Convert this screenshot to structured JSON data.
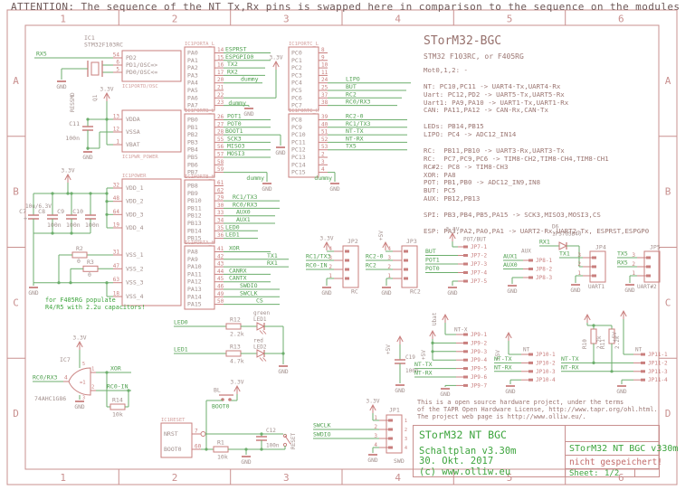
{
  "attention": "ATTENTION: The sequence of the NT Tx,Rx pins is swapped here in comparison to the sequence on the modules",
  "frame": {
    "cols": [
      "1",
      "2",
      "3",
      "4",
      "5",
      "6"
    ],
    "rows": [
      "A",
      "B",
      "C",
      "D"
    ]
  },
  "mcu": {
    "ref": "IC1",
    "value": "STM32F103RC"
  },
  "info": {
    "title": "STorM32-BGC",
    "subtitle": "STM32 F103RC, or F405RG",
    "lines": [
      "Mot0,1,2: -",
      "",
      "NT: PC10,PC11 -> UART4-Tx,UART4-Rx",
      "Uart: PC12,PD2 -> UART5-Tx,UART5-Rx",
      "Uart1: PA9,PA10 -> UART1-Tx,UART1-Rx",
      "CAN: PA11,PA12 -> CAN-Rx,CAN-Tx",
      "",
      "LEDs: PB14,PB15",
      "LIPO: PC4 -> ADC12_IN14",
      "",
      "RC:  PB11,PB10 -> UART3-Rx,UART3-Tx",
      "RC:  PC7,PC9,PC6 -> TIM8-CH2,TIM8-CH4,TIM8-CH1",
      "RC#2: PC8 -> TIM8-CH3",
      "XOR: PA8",
      "POT: PB1,PB0 -> ADC12_IN9,IN8",
      "BUT: PC5",
      "AUX: PB12,PB13",
      "",
      "SPI: PB3,PB4,PB5,PA15 -> SCK3,MISO3,MOSI3,CS",
      "",
      "ESP: PA3,PA2,PA0,PA1 -> UART2-Rx,UART2-Tx, ESPRST,ESPGP0"
    ]
  },
  "license": [
    "This is a open source hardware project, under the terms",
    "of the TAPR Open Hardware License, http://www.tapr.org/ohl.html.",
    "The project web page is http://www.olliw.eu/."
  ],
  "titleblock": {
    "project": "STorM32 NT BGC",
    "doc": "Schaltplan v3.30m",
    "date": "30. Okt. 2017",
    "copyright": "(c) www.olliw.eu",
    "name": "STorM32 NT BGC v330m",
    "status": "nicht gespeichert!",
    "sheet_label": "Sheet:",
    "sheet": "1/2"
  },
  "notes": {
    "f405_1": "for F405RG populate",
    "f405_2": "R4/R5 with 2.2u capacitors!"
  },
  "nets": {
    "rx5": "RX5",
    "tx5": "TX5",
    "rx1": "RX1",
    "tx1": "TX1",
    "gnd": "GND",
    "v33": "3.3V",
    "v5": "+5V",
    "ubat": "Ubat",
    "dummy": "dummy",
    "boot0": "BOOT0",
    "boot1": "BOOT1",
    "xor": "XOR",
    "rc0rx3": "RC0/RX3",
    "rc0in": "RC0-IN",
    "rc1tx3": "RC1/TX3",
    "rc20": "RC2-0",
    "rc2": "RC2",
    "nttx": "NT-TX",
    "ntrx": "NT-RX",
    "aux0": "AUX0",
    "aux1": "AUX1",
    "but": "BUT",
    "pot0": "POT0",
    "pot1": "POT1",
    "led0": "LED0",
    "led1": "LED1",
    "swclk": "SWCLK",
    "swdio": "SWDIO",
    "ntx": "NT-X",
    "nt": "NT",
    "aux": "AUX"
  },
  "ports": {
    "porta_l": {
      "label": "IC1PORTA_L",
      "pins": [
        {
          "name": "PA0",
          "num": "14",
          "net": "ESPRST"
        },
        {
          "name": "PA1",
          "num": "15",
          "net": "ESPGPIO0"
        },
        {
          "name": "PA2",
          "num": "16",
          "net": "TX2"
        },
        {
          "name": "PA3",
          "num": "17",
          "net": "RX2"
        },
        {
          "name": "PA4",
          "num": "20",
          "net": ""
        },
        {
          "name": "PA5",
          "num": "21",
          "net": ""
        },
        {
          "name": "PA6",
          "num": "22",
          "net": ""
        },
        {
          "name": "PA7",
          "num": "23",
          "net": ""
        }
      ]
    },
    "portc_l": {
      "label": "IC1PORTC_L",
      "pins": [
        {
          "name": "PC0",
          "num": "8",
          "net": ""
        },
        {
          "name": "PC1",
          "num": "9",
          "net": ""
        },
        {
          "name": "PC2",
          "num": "10",
          "net": ""
        },
        {
          "name": "PC3",
          "num": "11",
          "net": ""
        },
        {
          "name": "PC4",
          "num": "24",
          "net": "LIPO"
        },
        {
          "name": "PC5",
          "num": "25",
          "net": "BUT"
        },
        {
          "name": "PC6",
          "num": "37",
          "net": "RC2"
        },
        {
          "name": "PC7",
          "num": "38",
          "net": "RC0/RX3"
        }
      ]
    },
    "portb_l": {
      "label": "IC1PORTB_L",
      "pins": [
        {
          "name": "PB0",
          "num": "26",
          "net": "POT1"
        },
        {
          "name": "PB1",
          "num": "27",
          "net": "POT0"
        },
        {
          "name": "PB2",
          "num": "28",
          "net": "BOOT1"
        },
        {
          "name": "PB3",
          "num": "55",
          "net": "SCK3"
        },
        {
          "name": "PB4",
          "num": "56",
          "net": "MISO3"
        },
        {
          "name": "PB5",
          "num": "57",
          "net": "MOSI3"
        },
        {
          "name": "PB6",
          "num": "58",
          "net": ""
        },
        {
          "name": "PB7",
          "num": "59",
          "net": ""
        }
      ]
    },
    "portc_h": {
      "label": "IC1PORTC_H",
      "pins": [
        {
          "name": "PC8",
          "num": "39",
          "net": "RC2-0"
        },
        {
          "name": "PC9",
          "num": "40",
          "net": "RC1/TX3"
        },
        {
          "name": "PC10",
          "num": "51",
          "net": "NT-TX"
        },
        {
          "name": "PC11",
          "num": "52",
          "net": "NT-RX"
        },
        {
          "name": "PC12",
          "num": "53",
          "net": "TX5"
        },
        {
          "name": "PC13",
          "num": "2",
          "net": ""
        },
        {
          "name": "PC14",
          "num": "3",
          "net": ""
        },
        {
          "name": "PC15",
          "num": "4",
          "net": ""
        }
      ]
    },
    "portb_h": {
      "label": "IC1PORTB_H",
      "pins": [
        {
          "name": "PB8",
          "num": "61",
          "net": ""
        },
        {
          "name": "PB9",
          "num": "62",
          "net": ""
        },
        {
          "name": "PB10",
          "num": "29",
          "net": "RC1/TX3"
        },
        {
          "name": "PB11",
          "num": "30",
          "net": "RC0/RX3"
        },
        {
          "name": "PB12",
          "num": "33",
          "net": "AUX0"
        },
        {
          "name": "PB13",
          "num": "34",
          "net": "AUX1"
        },
        {
          "name": "PB14",
          "num": "35",
          "net": "LED0"
        },
        {
          "name": "PB15",
          "num": "36",
          "net": "LED1"
        }
      ]
    },
    "porta_h": {
      "label": "IC1PORTA_H",
      "pins": [
        {
          "name": "PA8",
          "num": "41",
          "net": "XOR"
        },
        {
          "name": "PA9",
          "num": "42",
          "net": "TX1"
        },
        {
          "name": "PA10",
          "num": "43",
          "net": "RX1"
        },
        {
          "name": "PA11",
          "num": "44",
          "net": "CANRX"
        },
        {
          "name": "PA12",
          "num": "45",
          "net": "CANTX"
        },
        {
          "name": "PA13",
          "num": "46",
          "net": "SWDIO"
        },
        {
          "name": "PA14",
          "num": "49",
          "net": "SWCLK"
        },
        {
          "name": "PA15",
          "num": "50",
          "net": "CS"
        }
      ]
    },
    "portd": {
      "label": "IC1PORTD/OSC",
      "pins": [
        {
          "name": "PD2",
          "num": "54",
          "net": "RX5"
        },
        {
          "name": "PD1/OSC=>",
          "num": "6",
          "net": ""
        },
        {
          "name": "PD0/OSC<=",
          "num": "5",
          "net": ""
        }
      ]
    },
    "pwr": {
      "label": "IC1PWR_POWER",
      "pins": [
        {
          "name": "VDDA",
          "num": "13",
          "net": ""
        },
        {
          "name": "VSSA",
          "num": "12",
          "net": ""
        },
        {
          "name": "VBAT",
          "num": "1",
          "net": ""
        }
      ]
    },
    "power": {
      "label": "IC1POWER",
      "pins": [
        {
          "name": "VDD_1",
          "num": "32",
          "net": ""
        },
        {
          "name": "VDD_2",
          "num": "48",
          "net": ""
        },
        {
          "name": "VDD_3",
          "num": "64",
          "net": ""
        },
        {
          "name": "VDD_4",
          "num": "19",
          "net": ""
        },
        {
          "name": "VSS_1",
          "num": "31",
          "net": ""
        },
        {
          "name": "VSS_2",
          "num": "47",
          "net": ""
        },
        {
          "name": "VSS_3",
          "num": "63",
          "net": ""
        },
        {
          "name": "VSS_4",
          "num": "18",
          "net": ""
        }
      ]
    },
    "reset": {
      "label": "IC1RESET",
      "pins": [
        {
          "name": "NRST",
          "num": "7",
          "net": ""
        },
        {
          "name": "BOOT0",
          "num": "60",
          "net": ""
        }
      ]
    }
  },
  "parts": {
    "q1": {
      "name": "Q1",
      "value": "RESSMD"
    },
    "c7": {
      "name": "C7",
      "value": "10u/6.3V"
    },
    "c8": {
      "name": "C8",
      "value": "100n"
    },
    "c9": {
      "name": "C9",
      "value": "100n"
    },
    "c10": {
      "name": "C10",
      "value": "100n"
    },
    "c11": {
      "name": "C11",
      "value": "100n"
    },
    "c12": {
      "name": "C12",
      "value": "100n"
    },
    "c19": {
      "name": "C19",
      "value": "100n"
    },
    "r1": {
      "name": "R1",
      "value": "10k"
    },
    "r2": {
      "name": "R2",
      "value": "0"
    },
    "r3": {
      "name": "R3",
      "value": "0"
    },
    "r10": {
      "name": "R10",
      "value": "2.2k"
    },
    "r11": {
      "name": "R11",
      "value": "2.2k"
    },
    "r12": {
      "name": "R12",
      "value": "2.2k"
    },
    "r13": {
      "name": "R13",
      "value": "4.7k"
    },
    "r14": {
      "name": "R14",
      "value": "10k"
    },
    "d6": {
      "name": "D6",
      "value": "1PS76SB40"
    },
    "led1": {
      "name": "LED1",
      "value": "green"
    },
    "led2": {
      "name": "LED2",
      "value": "red"
    },
    "ic7": {
      "name": "IC7",
      "value": "74AHC1G86",
      "gate": "=1"
    },
    "bl": {
      "name": "BL"
    },
    "sw_reset": {
      "name": "RESET"
    }
  },
  "connectors": {
    "jp1": {
      "name": "JP1",
      "type": "SWD",
      "pins": [
        "1",
        "2",
        "3",
        "4"
      ]
    },
    "jp2": {
      "name": "JP2",
      "type": "RC",
      "pins": [
        "4",
        "3",
        "2",
        "1"
      ]
    },
    "jp3": {
      "name": "JP3",
      "type": "RC2",
      "pins": [
        "4",
        "3",
        "2",
        "1"
      ]
    },
    "jp4": {
      "name": "JP4",
      "type": "UART1",
      "pins": [
        "3",
        "2",
        "1"
      ]
    },
    "jp5": {
      "name": "JP5",
      "type": "UART#2",
      "pins": [
        "3",
        "2",
        "1"
      ]
    },
    "jp7": {
      "type": "POT/BUT",
      "pins": [
        "JP7-1",
        "JP7-2",
        "JP7-3",
        "JP7-4",
        "JP7-5"
      ]
    },
    "jp8": {
      "type": "AUX",
      "pins": [
        "JP8-1",
        "JP8-2",
        "JP8-3"
      ]
    },
    "jp9": {
      "type": "NT-X",
      "pins": [
        "JP9-1",
        "JP9-2",
        "JP9-3",
        "JP9-4",
        "JP9-5",
        "JP9-6",
        "JP9-7"
      ]
    },
    "jp10": {
      "type": "NT",
      "pins": [
        "JP10-1",
        "JP10-2",
        "JP10-3",
        "JP10-4"
      ]
    },
    "jp11": {
      "type": "NT",
      "pins": [
        "JP11-1",
        "JP11-2",
        "JP11-3",
        "JP11-4"
      ]
    }
  }
}
